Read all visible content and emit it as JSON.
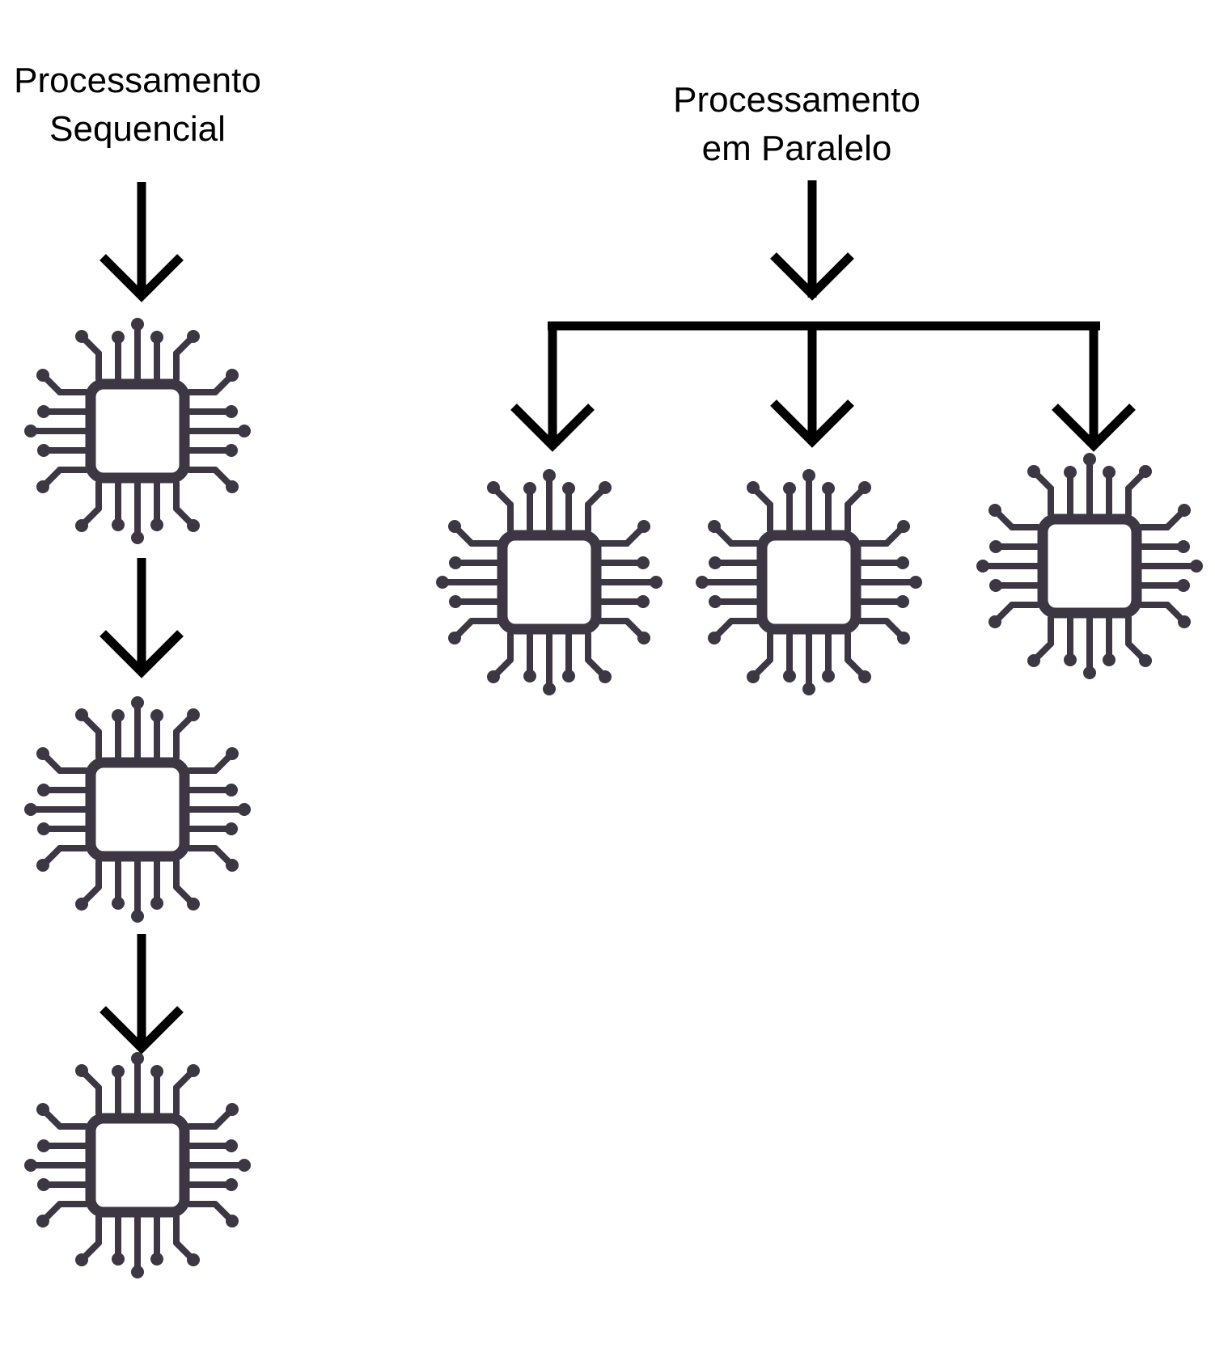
{
  "sequential": {
    "title_line1": "Processamento",
    "title_line2": "Sequencial"
  },
  "parallel": {
    "title_line1": "Processamento",
    "title_line2": "em Paralelo"
  },
  "colors": {
    "chip": "#3d3643",
    "arrow": "#000000",
    "background": "#ffffff"
  },
  "icons": [
    "cpu-chip-icon",
    "arrow-down-icon"
  ]
}
